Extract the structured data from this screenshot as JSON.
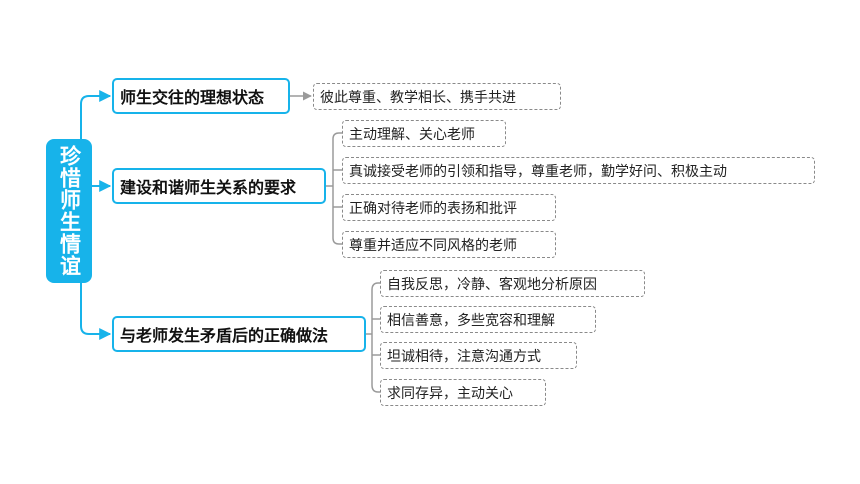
{
  "mindmap": {
    "root": {
      "label": "珍惜师生情谊"
    },
    "branches": [
      {
        "label": "师生交往的理想状态",
        "children": [
          "彼此尊重、教学相长、携手共进"
        ]
      },
      {
        "label": "建设和谐师生关系的要求",
        "children": [
          "主动理解、关心老师",
          "真诚接受老师的引领和指导，尊重老师，勤学好问、积极主动",
          "正确对待老师的表扬和批评",
          "尊重并适应不同风格的老师"
        ]
      },
      {
        "label": "与老师发生矛盾后的正确做法",
        "children": [
          "自我反思，冷静、客观地分析原因",
          "相信善意，多些宽容和理解",
          "坦诚相待，注意沟通方式",
          "求同存异，主动关心"
        ]
      }
    ]
  },
  "colors": {
    "accent": "#17b3ea",
    "leaf_border": "#8a8a8a",
    "leaf_connector": "#9a9a9a",
    "root_text": "#ffffff"
  }
}
